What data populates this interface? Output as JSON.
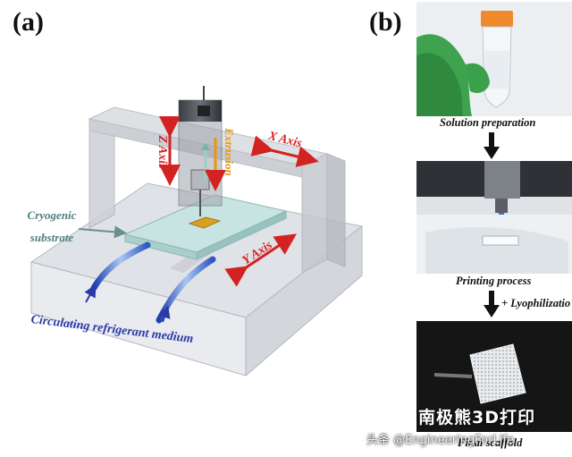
{
  "panels": {
    "a_label": "(a)",
    "b_label": "(b)"
  },
  "diagram": {
    "z_axis": "Z Axis",
    "x_axis": "X Axis",
    "y_axis": "Y Axis",
    "extrusion": "Extrusion",
    "cryogenic_line1": "Cryogenic",
    "cryogenic_line2": "substrate",
    "refrigerant": "Circulating refrigerant medium"
  },
  "process": {
    "steps": [
      {
        "caption": "Solution preparation"
      },
      {
        "caption": "Printing process"
      },
      {
        "caption": "Final scaffold"
      }
    ],
    "between_label": "+ Lyophilizatio"
  },
  "watermark": {
    "main": "南极熊3D打印",
    "sub": "头条 @EngineeringForLife"
  },
  "colors": {
    "axis_red": "#d32222",
    "extrusion_orange": "#e8960e",
    "refrigerant_blue": "#2a3aa8",
    "substrate_teal": "#c8e4e2",
    "frame_grey": "#c9ccd1",
    "label_teal": "#4f7f7c"
  }
}
